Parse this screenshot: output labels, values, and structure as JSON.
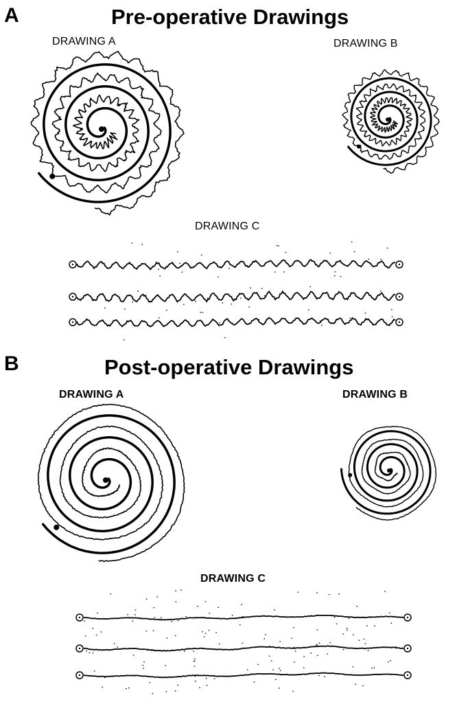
{
  "panels": [
    {
      "letter": "A",
      "title": "Pre-operative Drawings",
      "labels": {
        "a": "DRAWING A",
        "b": "DRAWING B",
        "c": "DRAWING C"
      }
    },
    {
      "letter": "B",
      "title": "Post-operative Drawings",
      "labels": {
        "a": "DRAWING A",
        "b": "DRAWING B",
        "c": "DRAWING C"
      }
    }
  ]
}
